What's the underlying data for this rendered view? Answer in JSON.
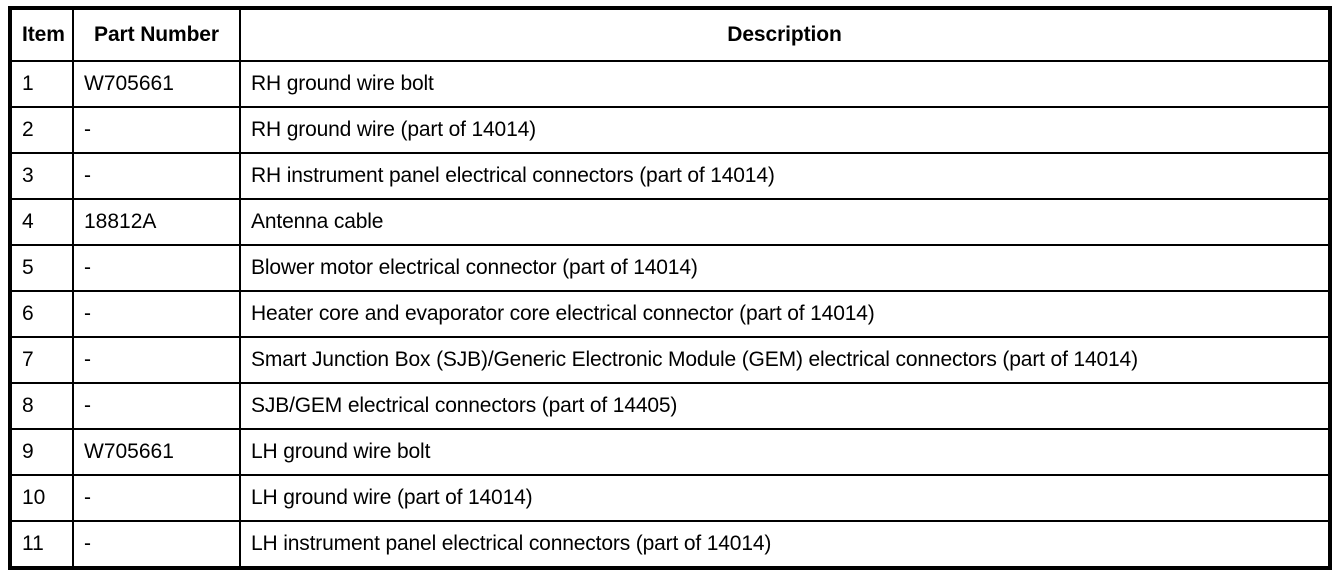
{
  "table": {
    "columns": [
      {
        "key": "item",
        "label": "Item"
      },
      {
        "key": "part_number",
        "label": "Part Number"
      },
      {
        "key": "description",
        "label": "Description"
      }
    ],
    "rows": [
      {
        "item": "1",
        "part_number": "W705661",
        "description": "RH ground wire bolt"
      },
      {
        "item": "2",
        "part_number": "-",
        "description": "RH ground wire (part of 14014)"
      },
      {
        "item": "3",
        "part_number": "-",
        "description": "RH instrument panel electrical connectors (part of 14014)"
      },
      {
        "item": "4",
        "part_number": "18812A",
        "description": "Antenna cable"
      },
      {
        "item": "5",
        "part_number": "-",
        "description": "Blower motor electrical connector (part of 14014)"
      },
      {
        "item": "6",
        "part_number": "-",
        "description": "Heater core and evaporator core electrical connector (part of 14014)"
      },
      {
        "item": "7",
        "part_number": "-",
        "description": "Smart Junction Box (SJB)/Generic Electronic Module (GEM) electrical connectors (part of 14014)"
      },
      {
        "item": "8",
        "part_number": "-",
        "description": "SJB/GEM electrical connectors (part of 14405)"
      },
      {
        "item": "9",
        "part_number": "W705661",
        "description": "LH ground wire bolt"
      },
      {
        "item": "10",
        "part_number": "-",
        "description": "LH ground wire (part of 14014)"
      },
      {
        "item": "11",
        "part_number": "-",
        "description": "LH instrument panel electrical connectors (part of 14014)"
      }
    ]
  },
  "style": {
    "border_color": "#000000",
    "background": "#ffffff",
    "text_color": "#000000"
  }
}
